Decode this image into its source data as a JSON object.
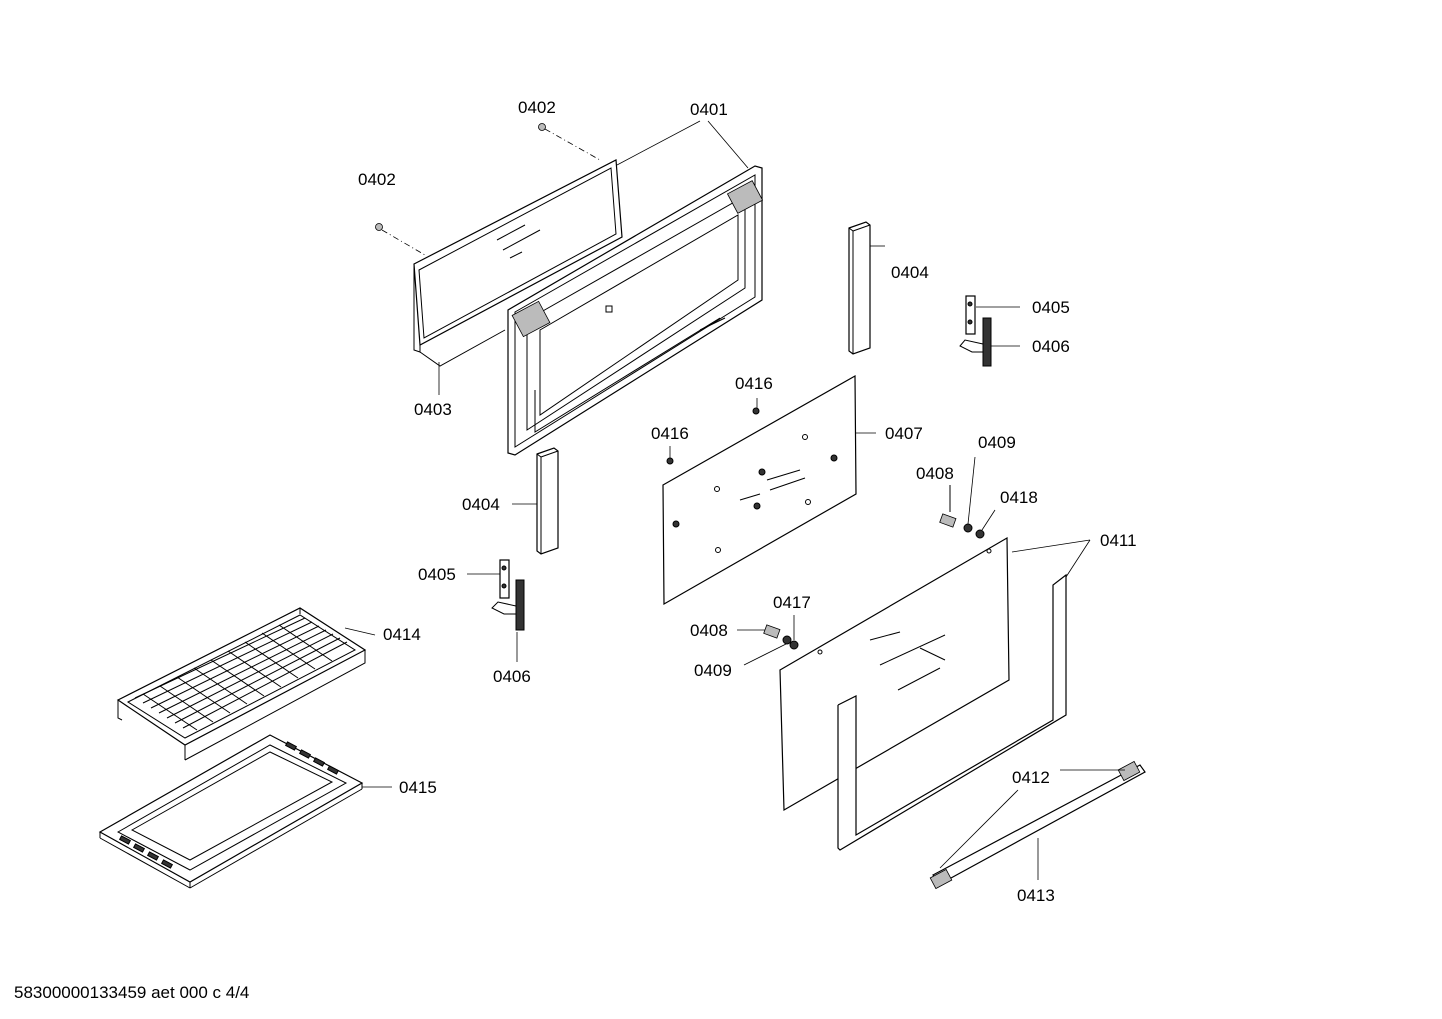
{
  "footer": "58300000133459 aet 000 c 4/4",
  "labels": {
    "l0401": "0401",
    "l0402a": "0402",
    "l0402b": "0402",
    "l0403": "0403",
    "l0404a": "0404",
    "l0404b": "0404",
    "l0405a": "0405",
    "l0405b": "0405",
    "l0406a": "0406",
    "l0406b": "0406",
    "l0407": "0407",
    "l0408a": "0408",
    "l0408b": "0408",
    "l0409a": "0409",
    "l0409b": "0409",
    "l0411": "0411",
    "l0412": "0412",
    "l0413": "0413",
    "l0414": "0414",
    "l0415": "0415",
    "l0416a": "0416",
    "l0416b": "0416",
    "l0417": "0417",
    "l0418": "0418"
  }
}
